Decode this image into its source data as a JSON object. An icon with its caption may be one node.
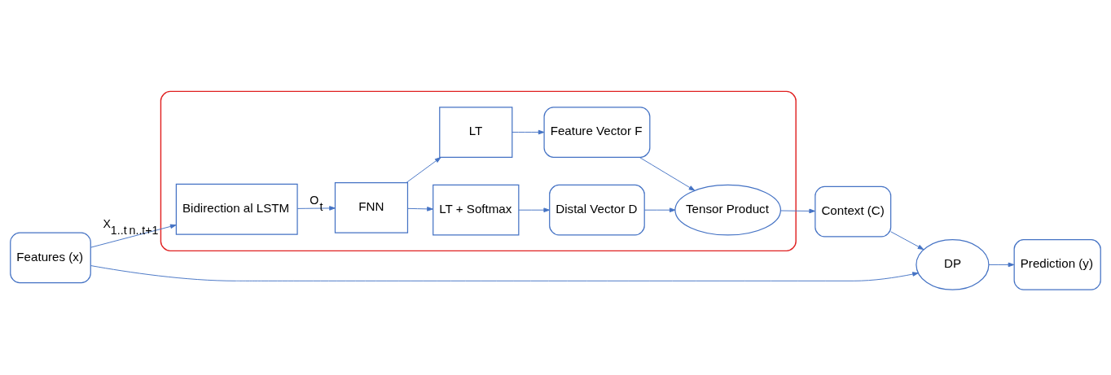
{
  "diagram": {
    "nodes": [
      {
        "text": [
          "Features (x)"
        ]
      },
      {
        "text": [],
        "shape": "box"
      },
      {
        "text": [
          "Bidirection al LSTM"
        ],
        "in": 1
      },
      {
        "text": [
          "FNN"
        ],
        "in": 1
      },
      {
        "text": [
          "LT + Softmax"
        ],
        "in": 1
      },
      {
        "text": [
          "Distal Vector D"
        ],
        "in": 1
      },
      {
        "text": [
          "LT"
        ],
        "in": 1
      },
      {
        "text": [
          "Feature Vector F"
        ],
        "in": 1
      },
      {
        "text": [
          "Tensor Product"
        ],
        "in": 1
      },
      {
        "text": [
          "Context (C)"
        ]
      },
      {
        "text": [
          "DP"
        ]
      },
      {
        "text": [
          "Prediction (y)"
        ]
      }
    ],
    "edges": [
      {
        "from": 0,
        "to": 2,
        "arrow": "to",
        "label": "X$_{1..t}$ $_{n..t+1}$"
      },
      {
        "from": 2,
        "to": 3,
        "arrow": "to",
        "label": "O$_{t}$"
      },
      {
        "from": 3,
        "to": 4,
        "arrow": "to"
      },
      {
        "from": 3,
        "to": 6,
        "arrow": "to"
      },
      {
        "from": 4,
        "to": 5,
        "arrow": "to"
      },
      {
        "from": 6,
        "to": 7,
        "arrow": "to"
      },
      {
        "from": 5,
        "to": 8,
        "arrow": "to"
      },
      {
        "from": 7,
        "to": 8,
        "arrow": "to"
      },
      {
        "from": 8,
        "to": 9,
        "arrow": "to"
      },
      {
        "from": 9,
        "to": 10,
        "arrow": "to"
      },
      {
        "from": 10,
        "to": 11,
        "arrow": "to"
      },
      {
        "from": 0,
        "to": 10,
        "arrow": "to"
      }
    ]
  }
}
